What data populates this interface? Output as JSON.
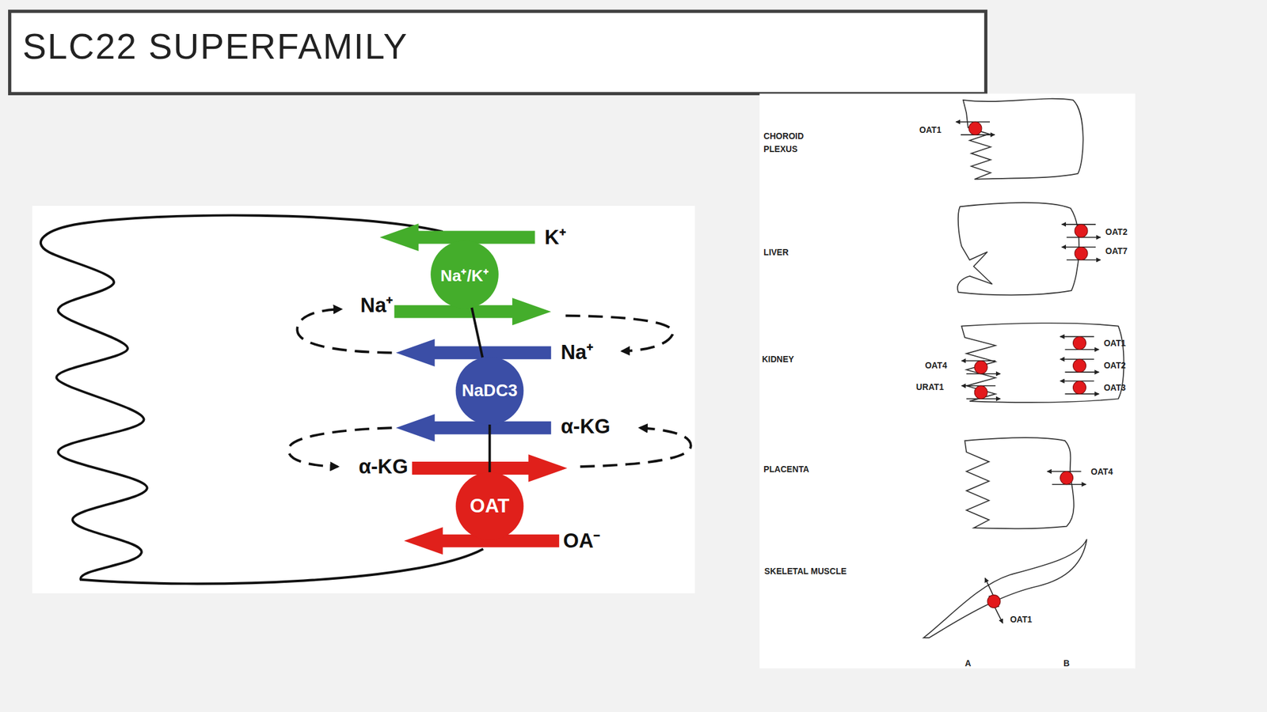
{
  "diagram": {
    "title": "SLC22 SUPERFAMILY",
    "nodes": [
      {
        "text": [
          "Na⁺/K⁺"
        ]
      },
      {
        "text": [
          "NaDC3"
        ]
      },
      {
        "text": [
          "OAT"
        ]
      }
    ],
    "edges": [
      {
        "from": 0,
        "to": 1,
        "arrow": "none"
      },
      {
        "from": 1,
        "to": 2,
        "arrow": "none"
      }
    ],
    "labels": [
      "K⁺",
      "Na⁺",
      "Na⁺",
      "α-KG",
      "α-KG",
      "OA⁻",
      "CHOROID PLEXUS",
      "OAT1",
      "LIVER",
      "OAT2",
      "OAT7",
      "KIDNEY",
      "OAT1",
      "OAT4",
      "OAT2",
      "URAT1",
      "OAT3",
      "PLACENTA",
      "OAT4",
      "SKELETAL MUSCLE",
      "OAT1",
      "A",
      "B"
    ]
  }
}
